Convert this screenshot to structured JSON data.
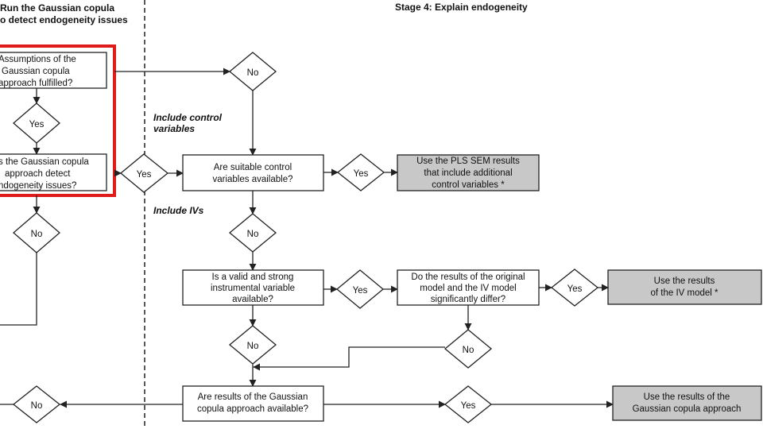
{
  "headers": {
    "left": [
      "Run the Gaussian copula",
      "o detect endogeneity issues"
    ],
    "right": "Stage 4: Explain endogeneity"
  },
  "notes": {
    "control": [
      "Include control",
      "variables"
    ],
    "ivs": "Include IVs"
  },
  "boxes": {
    "assumptions": [
      "Assumptions of the",
      "Gaussian copula",
      "approach fulfilled?"
    ],
    "copula_detect": [
      "s the Gaussian copula",
      "approach detect",
      "ndogeneity issues?"
    ],
    "control_vars": [
      "Are suitable control",
      "variables available?"
    ],
    "pls_sem": [
      "Use the PLS SEM results",
      "that include additional",
      "control variables *"
    ],
    "instrument": [
      "Is a valid and strong",
      "instrumental variable",
      "available?"
    ],
    "differ": [
      "Do the results of the original",
      "model and the IV model",
      "significantly differ?"
    ],
    "iv_results": [
      "Use the results",
      "of the IV model *"
    ],
    "copula_avail": [
      "Are results of the Gaussian",
      "copula approach available?"
    ],
    "copula_results": [
      "Use the results of the",
      "Gaussian copula approach"
    ]
  },
  "decisions": {
    "yes": "Yes",
    "no": "No"
  }
}
